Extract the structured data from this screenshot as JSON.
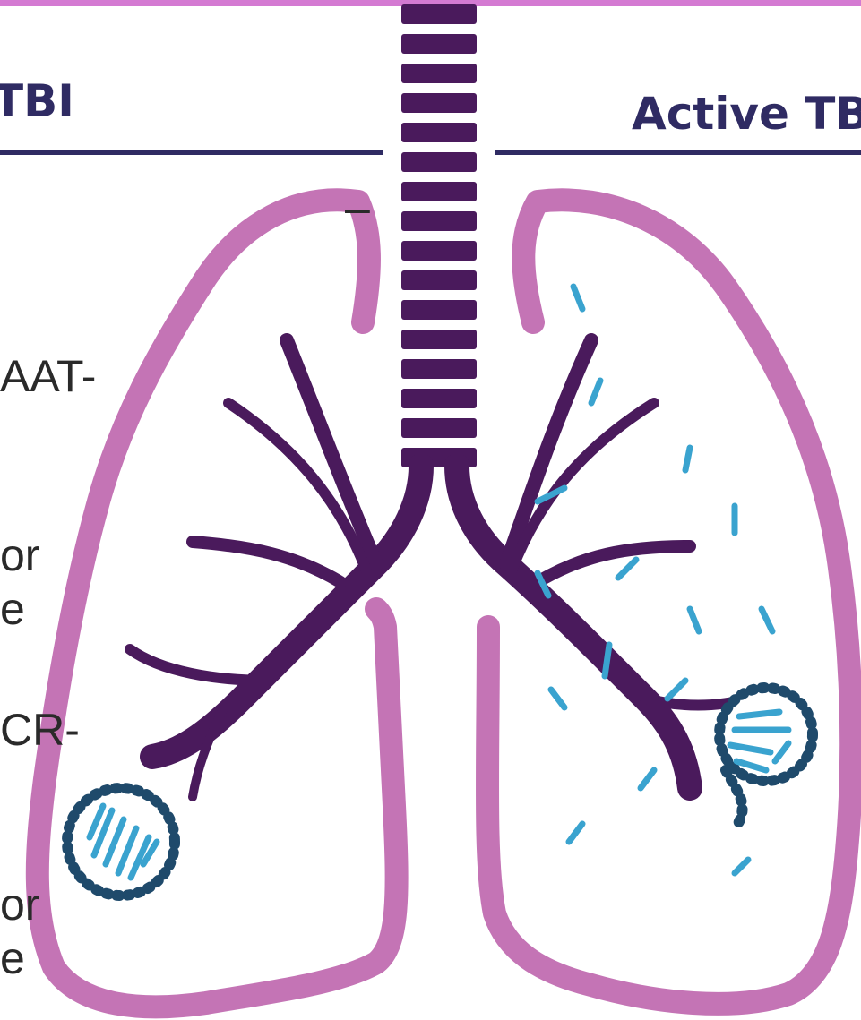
{
  "headings": {
    "left": "TBI",
    "right": "Active TB"
  },
  "text_fragments": [
    "–",
    "AAT-",
    "or",
    "e",
    "CR-",
    "or",
    "e"
  ],
  "colors": {
    "accent_bar": "#d47ad2",
    "heading": "#2f2b63",
    "lung_outline": "#c474b5",
    "airway": "#4a1a5c",
    "bacteria": "#3aa3cf",
    "granuloma": "#1f4a6b",
    "divider": "#2f2b63"
  }
}
